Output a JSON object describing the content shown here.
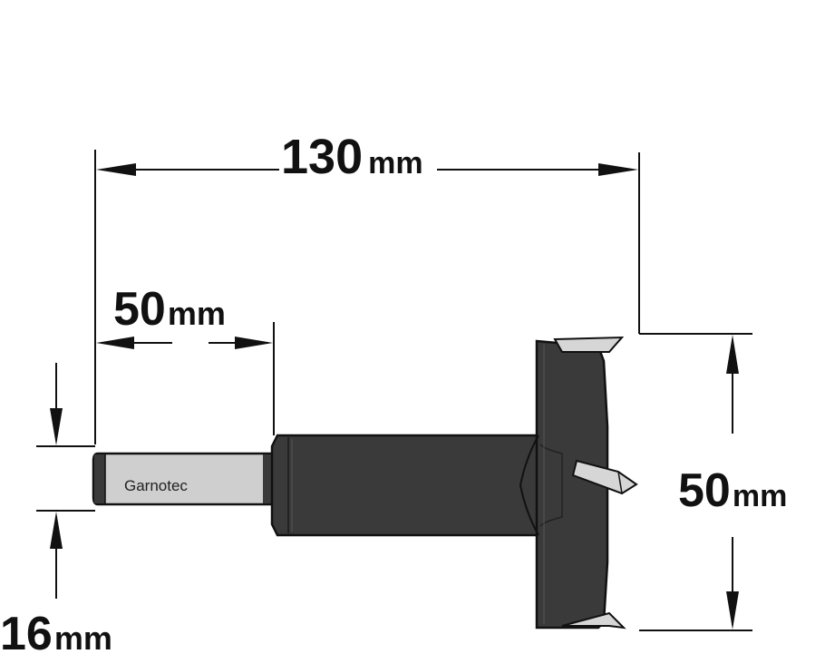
{
  "dimensions": {
    "overall_length": {
      "value": "130",
      "unit": "mm"
    },
    "shank_length": {
      "value": "50",
      "unit": "mm"
    },
    "cutting_diameter": {
      "value": "50",
      "unit": "mm"
    },
    "shank_diameter": {
      "value": "16",
      "unit": "mm"
    }
  },
  "shank_marking": "Garnotec",
  "colors": {
    "line": "#111111",
    "body": "#3a3a3a",
    "shank": "#cfcfcf",
    "blade": "#d6d6d6"
  }
}
